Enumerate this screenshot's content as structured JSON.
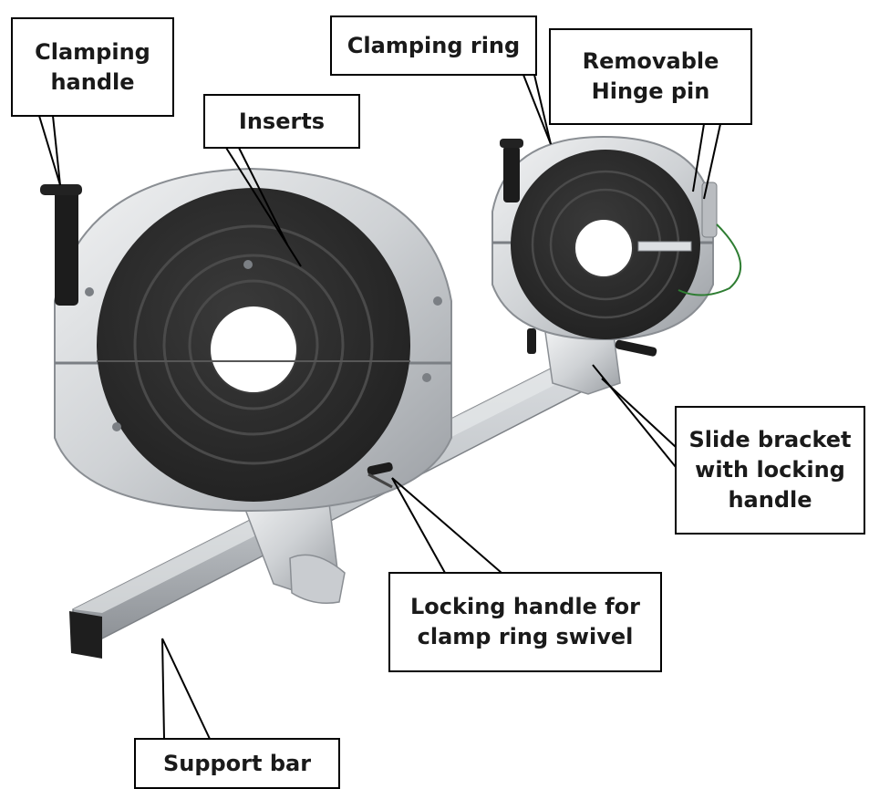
{
  "labels": {
    "clamping_handle": "Clamping\nhandle",
    "inserts": "Inserts",
    "clamping_ring": "Clamping ring",
    "removable_hinge_pin": "Removable\nHinge pin",
    "slide_bracket": "Slide bracket\nwith locking\nhandle",
    "locking_handle_swivel": "Locking handle for\nclamp ring swivel",
    "support_bar": "Support bar"
  },
  "colors": {
    "background": "#ffffff",
    "callout_border": "#000000",
    "callout_text": "#1a1a1a",
    "aluminium_light": "#e4e6e8",
    "aluminium_dark": "#9a9ea3",
    "insert_black": "#2b2b2b",
    "insert_groove": "#4a4a4a",
    "handle_black": "#1c1c1c",
    "ground_wire": "#2e7d32"
  }
}
